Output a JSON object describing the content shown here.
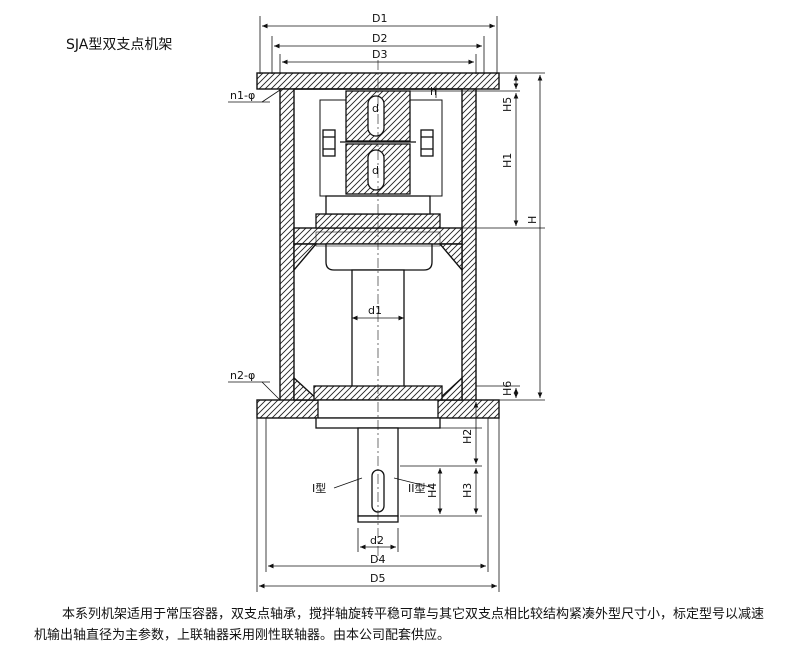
{
  "title": "SJA型双支点机架",
  "labels": {
    "D1": "D1",
    "D2": "D2",
    "D3": "D3",
    "D4": "D4",
    "D5": "D5",
    "d_top": "d",
    "d_mid": "d",
    "d1": "d1",
    "d2": "d2",
    "n1": "n1-φ",
    "n2": "n2-φ",
    "h": "h",
    "H": "H",
    "H1": "H1",
    "H2": "H2",
    "H3": "H3",
    "H4": "H4",
    "H5": "H5",
    "H6": "H6",
    "type1": "I型",
    "type2": "II型"
  },
  "caption": "本系列机架适用于常压容器，双支点轴承，搅拌轴旋转平稳可靠与其它双支点相比较结构紧凑外型尺寸小，标定型号以减速机输出轴直径为主参数，上联轴器采用刚性联轴器。由本公司配套供应。"
}
